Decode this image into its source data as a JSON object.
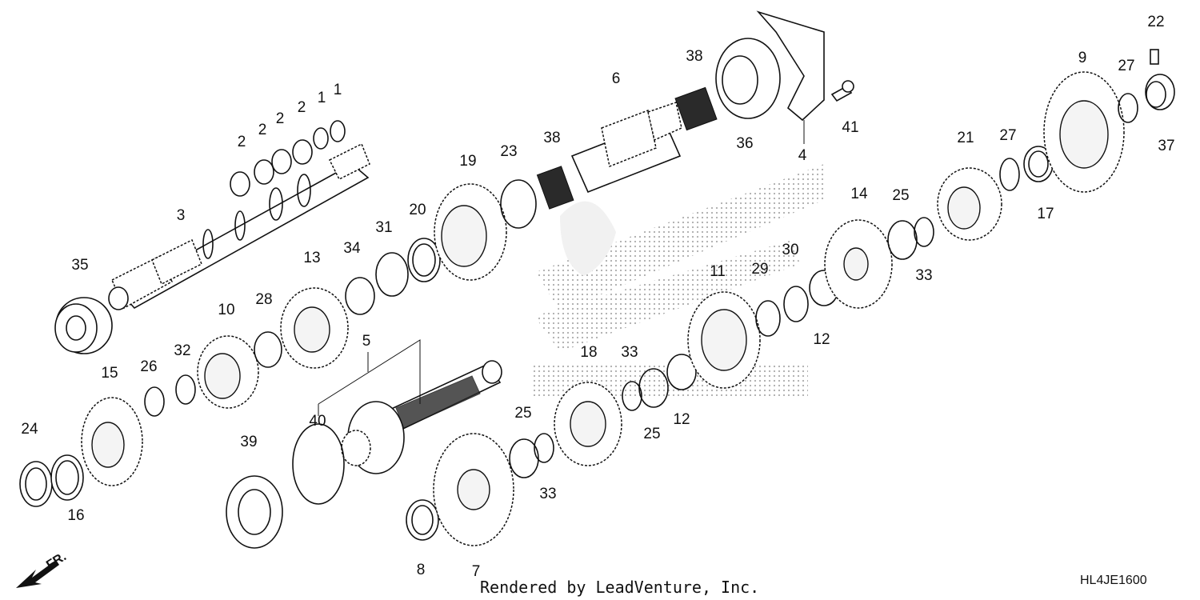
{
  "footer": {
    "rendered_by": "Rendered by LeadVenture, Inc.",
    "diagram_code": "HL4JE1600"
  },
  "direction": {
    "front_label": "FR."
  },
  "parts": {
    "p1a": "1",
    "p1b": "1",
    "p2a": "2",
    "p2b": "2",
    "p2c": "2",
    "p2d": "2",
    "p3": "3",
    "p4": "4",
    "p5": "5",
    "p6": "6",
    "p7": "7",
    "p8": "8",
    "p9": "9",
    "p10": "10",
    "p11": "11",
    "p12a": "12",
    "p12b": "12",
    "p13": "13",
    "p14": "14",
    "p15": "15",
    "p16": "16",
    "p17": "17",
    "p18": "18",
    "p19": "19",
    "p20": "20",
    "p21": "21",
    "p22": "22",
    "p23": "23",
    "p24": "24",
    "p25a": "25",
    "p25b": "25",
    "p25c": "25",
    "p26": "26",
    "p27a": "27",
    "p27b": "27",
    "p28": "28",
    "p29": "29",
    "p30": "30",
    "p31": "31",
    "p32": "32",
    "p33a": "33",
    "p33b": "33",
    "p33c": "33",
    "p34": "34",
    "p35": "35",
    "p36": "36",
    "p37": "37",
    "p38a": "38",
    "p38b": "38",
    "p39": "39",
    "p40": "40",
    "p41": "41"
  }
}
